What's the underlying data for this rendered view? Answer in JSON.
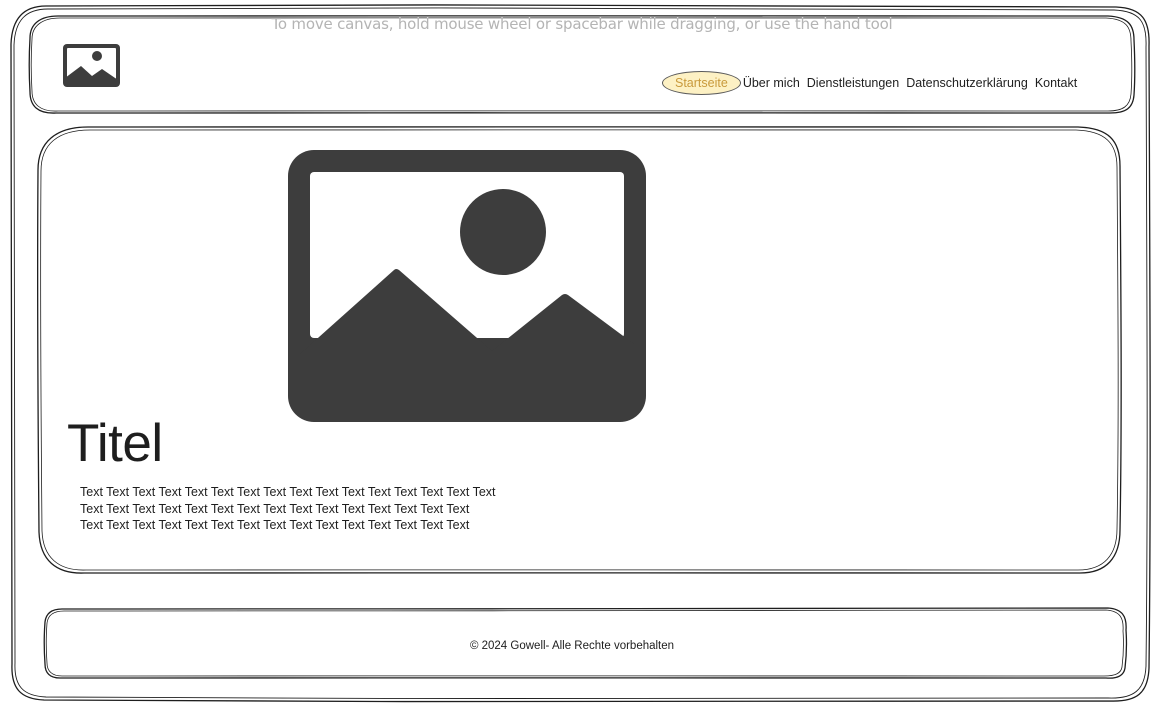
{
  "canvas_hint": "To move canvas, hold mouse wheel or spacebar while dragging, or use the hand tool",
  "header": {
    "logo_icon": "image-placeholder-icon",
    "nav": [
      {
        "label": "Startseite",
        "active": true
      },
      {
        "label": "Über mich",
        "active": false
      },
      {
        "label": "Dienstleistungen",
        "active": false
      },
      {
        "label": "Datenschutzerklärung",
        "active": false
      },
      {
        "label": "Kontakt",
        "active": false
      }
    ]
  },
  "hero": {
    "image_icon": "image-placeholder-icon",
    "title": "Titel",
    "text_lines": [
      "Text Text Text Text Text Text Text Text Text Text Text Text Text Text Text Text",
      "Text Text Text Text Text Text Text Text Text Text Text Text Text Text Text",
      "Text Text Text Text Text Text Text Text Text Text Text Text Text Text Text"
    ]
  },
  "footer": {
    "text": "© 2024 Gowell- Alle Rechte vorbehalten"
  },
  "colors": {
    "stroke": "#1e1e1e",
    "icon_fill": "#3d3d3d",
    "active_bg": "#fdf1c4",
    "active_text": "#c99a3c",
    "hint_text": "#b4b4b4"
  }
}
